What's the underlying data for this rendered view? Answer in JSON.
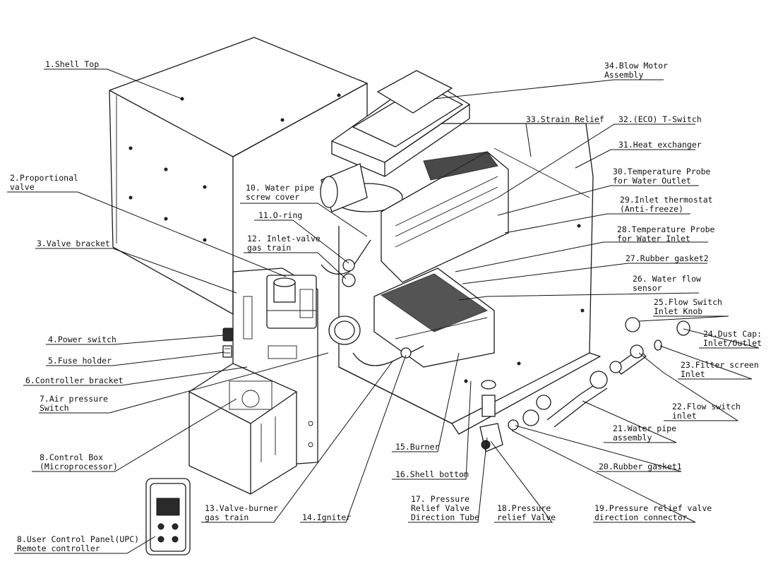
{
  "labels": [
    {
      "id": "l1",
      "lines": [
        "1.Shell Top"
      ]
    },
    {
      "id": "l2",
      "lines": [
        "2.Proportional",
        "valve"
      ]
    },
    {
      "id": "l3",
      "lines": [
        "3.Valve bracket"
      ]
    },
    {
      "id": "l4",
      "lines": [
        "4.Power switch"
      ]
    },
    {
      "id": "l5",
      "lines": [
        "5.Fuse holder"
      ]
    },
    {
      "id": "l6",
      "lines": [
        "6.Controller bracket"
      ]
    },
    {
      "id": "l7",
      "lines": [
        "7.Air pressure",
        "Switch"
      ]
    },
    {
      "id": "l8a",
      "lines": [
        "8.Control Box",
        "(Microprocessor)"
      ]
    },
    {
      "id": "l8b",
      "lines": [
        "8.User Control Panel(UPC)",
        "Remote controller"
      ]
    },
    {
      "id": "l10",
      "lines": [
        "10. Water pipe",
        "screw cover"
      ]
    },
    {
      "id": "l11",
      "lines": [
        "11.O-ring"
      ]
    },
    {
      "id": "l12",
      "lines": [
        "12. Inlet-valve",
        "gas train"
      ]
    },
    {
      "id": "l13",
      "lines": [
        "13.Valve-burner",
        "gas train"
      ]
    },
    {
      "id": "l14",
      "lines": [
        "14.Igniter"
      ]
    },
    {
      "id": "l15",
      "lines": [
        "15.Burner"
      ]
    },
    {
      "id": "l16",
      "lines": [
        "16.Shell bottom"
      ]
    },
    {
      "id": "l17",
      "lines": [
        "17. Pressure",
        "Relief Valve",
        "Direction Tube"
      ]
    },
    {
      "id": "l18",
      "lines": [
        "18.Pressure",
        "relief Valve"
      ]
    },
    {
      "id": "l19",
      "lines": [
        "19.Pressure relief valve",
        "direction connector"
      ]
    },
    {
      "id": "l20",
      "lines": [
        "20.Rubber gasket1"
      ]
    },
    {
      "id": "l21",
      "lines": [
        "21.Water pipe",
        "assembly"
      ]
    },
    {
      "id": "l22",
      "lines": [
        "22.Flow switch",
        "inlet"
      ]
    },
    {
      "id": "l23",
      "lines": [
        "23.Filter screen",
        "Inlet"
      ]
    },
    {
      "id": "l24",
      "lines": [
        "24.Dust Cap:",
        "Inlet/Outlet"
      ]
    },
    {
      "id": "l25",
      "lines": [
        "25.Flow Switch",
        "Inlet Knob"
      ]
    },
    {
      "id": "l26",
      "lines": [
        "26. Water flow",
        "sensor"
      ]
    },
    {
      "id": "l27",
      "lines": [
        "27.Rubber gasket2"
      ]
    },
    {
      "id": "l28",
      "lines": [
        "28.Temperature Probe",
        "for Water Inlet"
      ]
    },
    {
      "id": "l29",
      "lines": [
        "29.Inlet thermostat",
        "(Anti-freeze)"
      ]
    },
    {
      "id": "l30",
      "lines": [
        "30.Temperature Probe",
        "for Water Outlet"
      ]
    },
    {
      "id": "l31",
      "lines": [
        "31.Heat exchanger"
      ]
    },
    {
      "id": "l32",
      "lines": [
        "32.(ECO) T-Switch"
      ]
    },
    {
      "id": "l33",
      "lines": [
        "33.Strain Relief"
      ]
    },
    {
      "id": "l34",
      "lines": [
        "34.Blow Motor",
        "Assembly"
      ]
    }
  ]
}
